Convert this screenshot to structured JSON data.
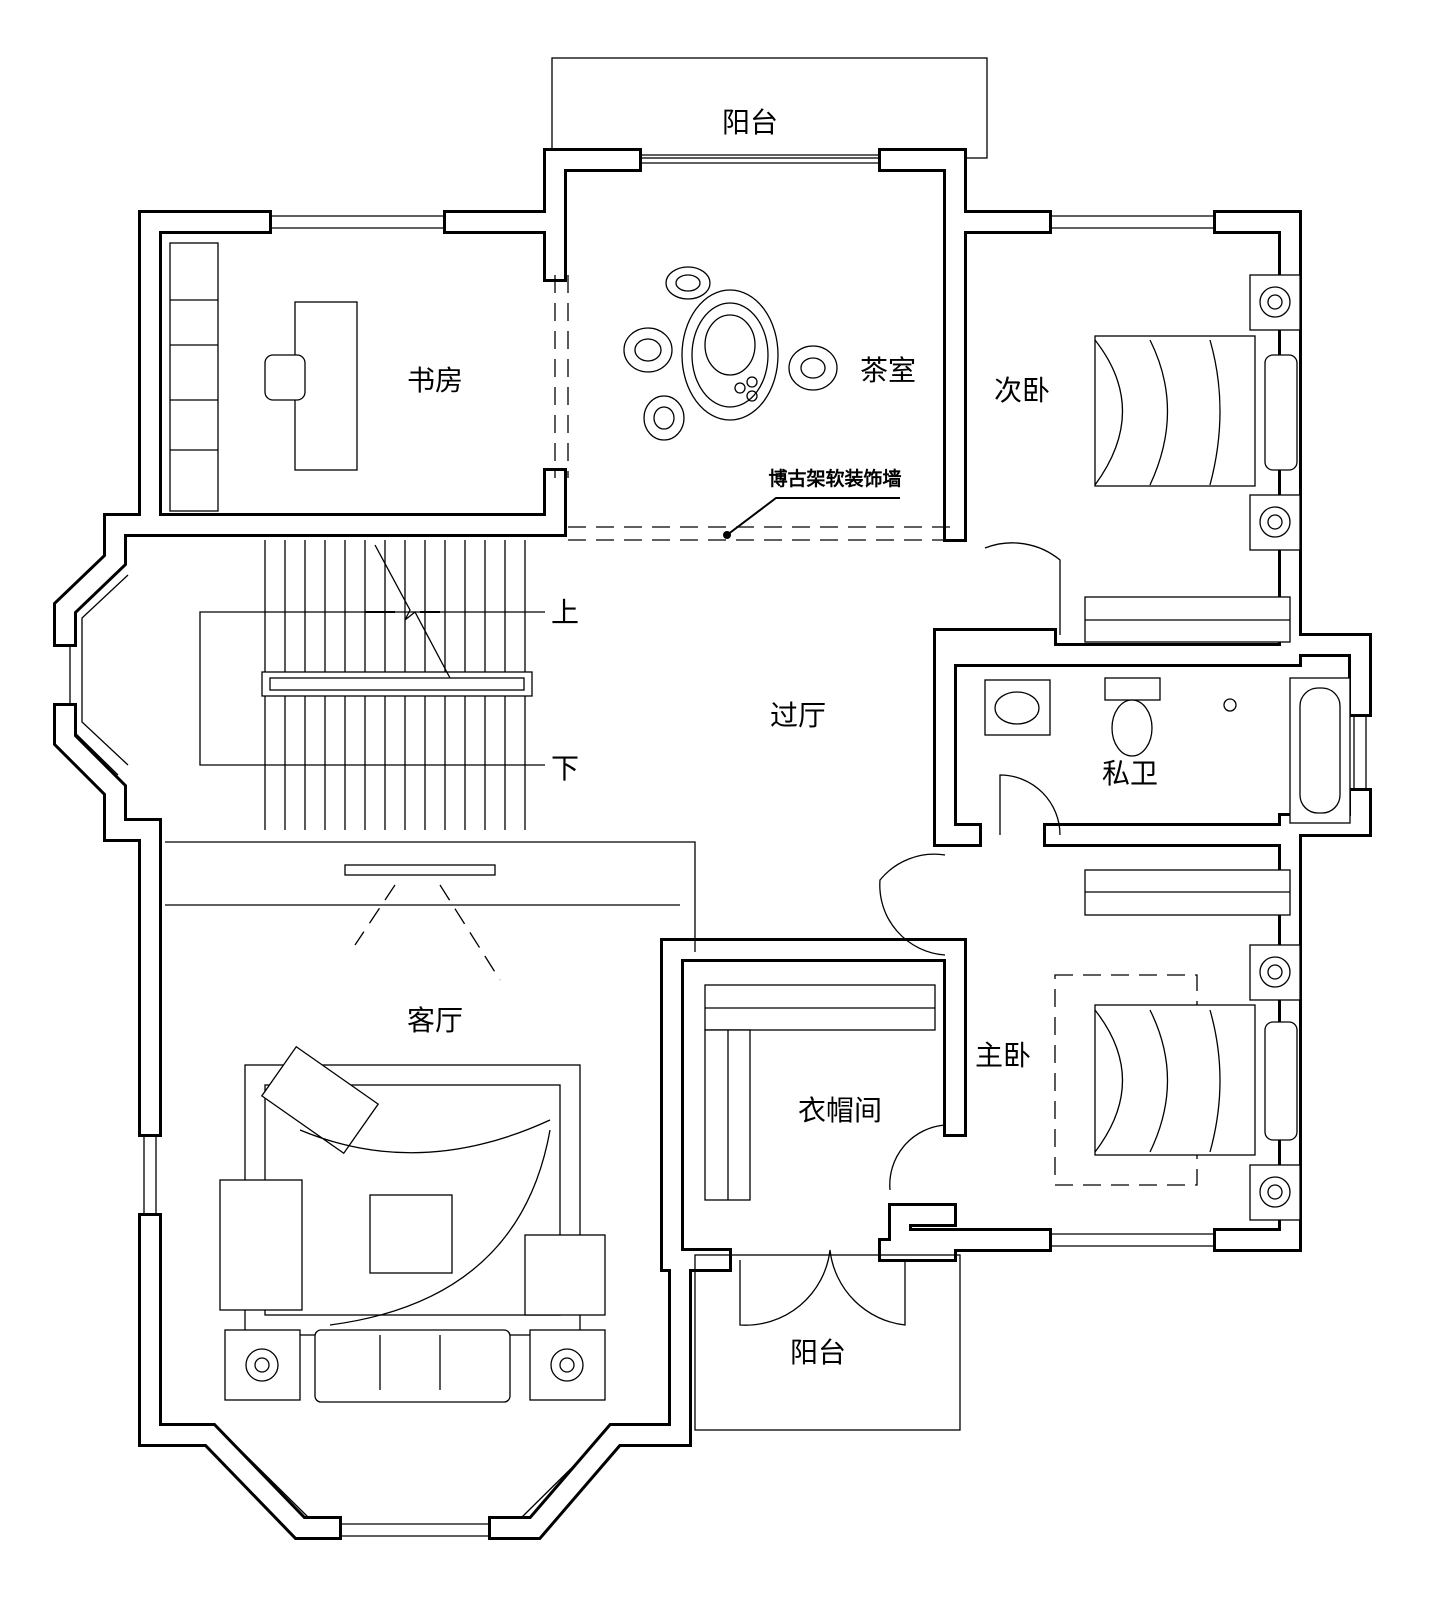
{
  "plan": {
    "rooms": {
      "balcony_top": "阳台",
      "study": "书房",
      "tea_room": "茶室",
      "second_bedroom": "次卧",
      "hall": "过厅",
      "private_bath": "私卫",
      "living_room": "客厅",
      "walk_in_closet": "衣帽间",
      "master_bedroom": "主卧",
      "balcony_bottom": "阳台"
    },
    "stairs": {
      "up": "上",
      "down": "下"
    },
    "annotation": "博古架软装饰墙"
  }
}
